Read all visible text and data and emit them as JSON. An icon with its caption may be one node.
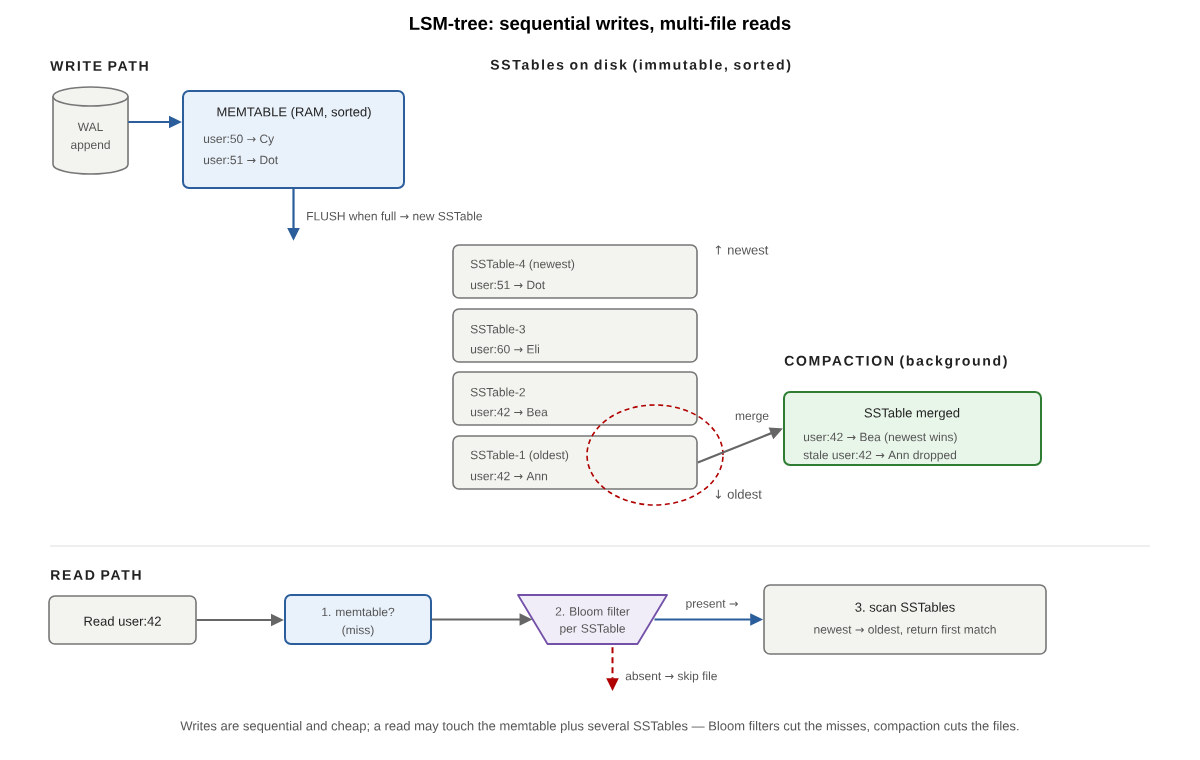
{
  "diagram": {
    "title": "LSM-tree: sequential writes, multi-file reads",
    "nodes": [
      {
        "text": [
          "WAL append"
        ]
      },
      {
        "text": [
          "MEMTABLE (RAM, sorted)",
          "user:50 → Cy",
          "user:51 → Dot"
        ]
      },
      {
        "text": [
          "SSTable-4 (newest)",
          "user:51 → Dot"
        ]
      },
      {
        "text": [
          "SSTable-3",
          "user:60 → Eli"
        ]
      },
      {
        "text": [
          "SSTable-2",
          "user:42 → Bea"
        ]
      },
      {
        "text": [
          "SSTable-1 (oldest)",
          "user:42 → Ann"
        ]
      },
      {
        "text": [
          "SSTable merged",
          "user:42 → Bea (newest wins)",
          "stale user:42 → Ann dropped"
        ]
      },
      {
        "text": [
          "Read user:42"
        ]
      },
      {
        "text": [
          "1. memtable? (miss)"
        ]
      },
      {
        "text": [
          "2. Bloom filter per SSTable"
        ]
      },
      {
        "text": [
          "3. scan SSTables",
          "newest → oldest, return first match"
        ]
      }
    ],
    "edges": [
      {
        "from": 0,
        "to": 1,
        "arrow": "to",
        "color": "#2b5e9b"
      },
      {
        "from": 1,
        "to": null,
        "arrow": "to",
        "label": "FLUSH when full → new SSTable",
        "color": "#2b5e9b"
      },
      {
        "from": 5,
        "to": 6,
        "arrow": "to",
        "label": "merge"
      },
      {
        "from": 7,
        "to": 8,
        "arrow": "to"
      },
      {
        "from": 8,
        "to": 9,
        "arrow": "to"
      },
      {
        "from": 9,
        "to": 10,
        "arrow": "to",
        "label": "present →",
        "color": "#2b5e9b"
      },
      {
        "from": 9,
        "to": null,
        "arrow": "to",
        "label": "absent → skip file",
        "style": "dashed",
        "color": "#b00000"
      }
    ],
    "labels": [
      "WRITE PATH",
      "SSTables on disk (immutable, sorted)",
      "↑ newest",
      "COMPACTION (background)",
      "↓ oldest",
      "READ PATH"
    ],
    "caption": "Writes are sequential and cheap; a read may touch the memtable plus several SSTables — Bloom filters cut the misses, compaction cuts the files."
  }
}
